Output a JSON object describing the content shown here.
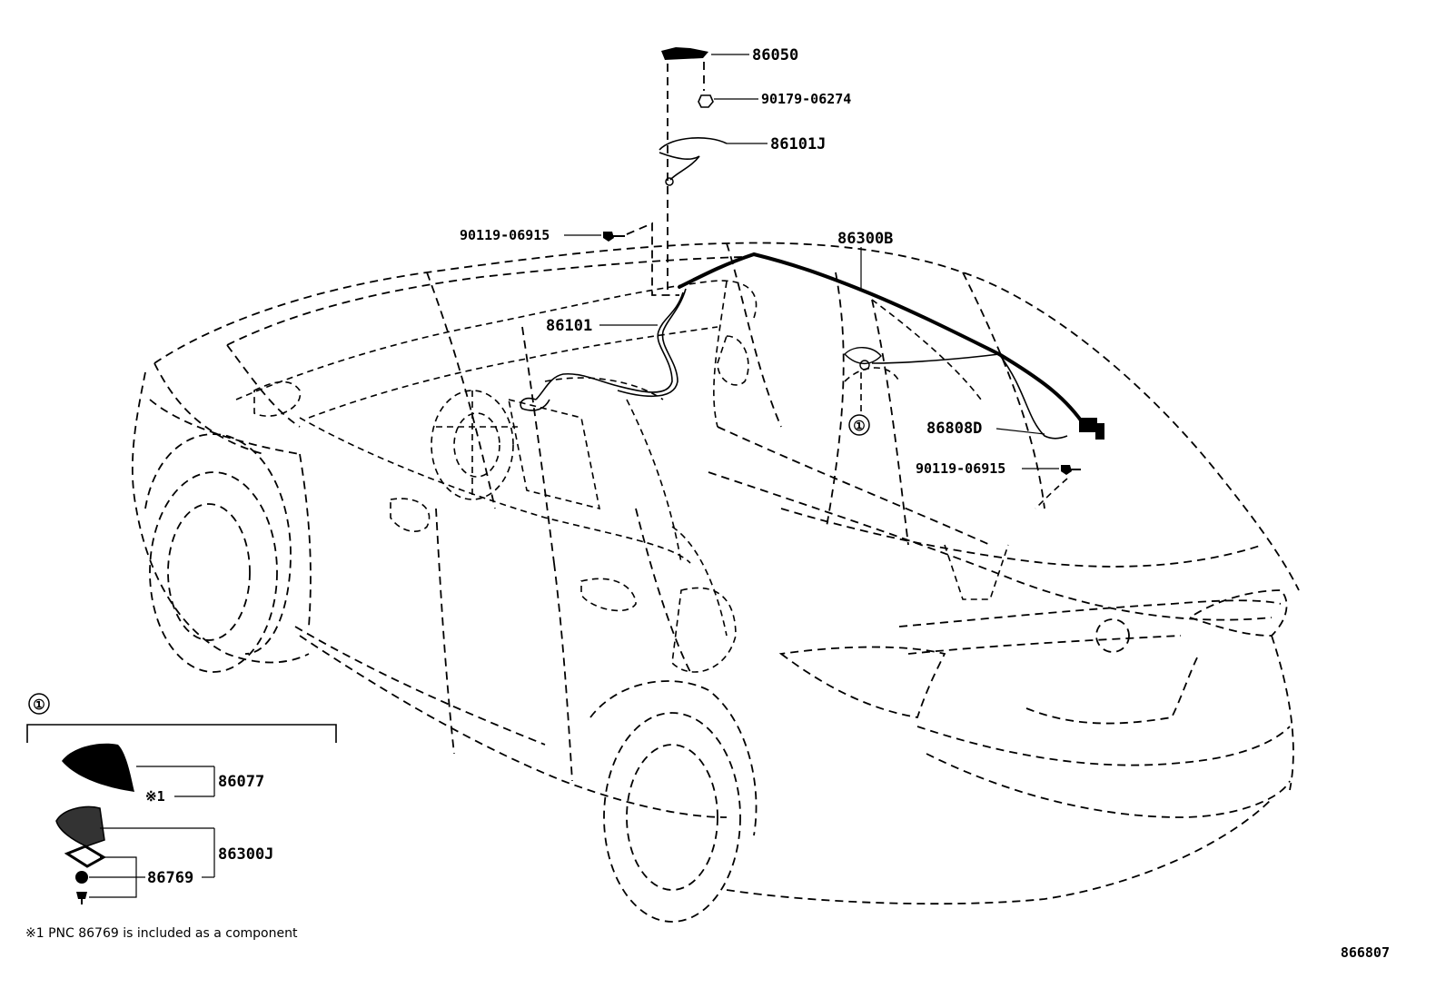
{
  "labels": {
    "p86050": "86050",
    "p90179": "90179-06274",
    "p86101J": "86101J",
    "p90119_a": "90119-06915",
    "p86300B": "86300B",
    "p86101": "86101",
    "p86808D": "86808D",
    "p90119_b": "90119-06915",
    "callout": "①",
    "inset_callout": "①",
    "p86077": "86077",
    "note_mark": "※1",
    "p86300J": "86300J",
    "p86769": "86769"
  },
  "footnote": "※1 PNC 86769 is included as a component",
  "diagram_id": "866807"
}
